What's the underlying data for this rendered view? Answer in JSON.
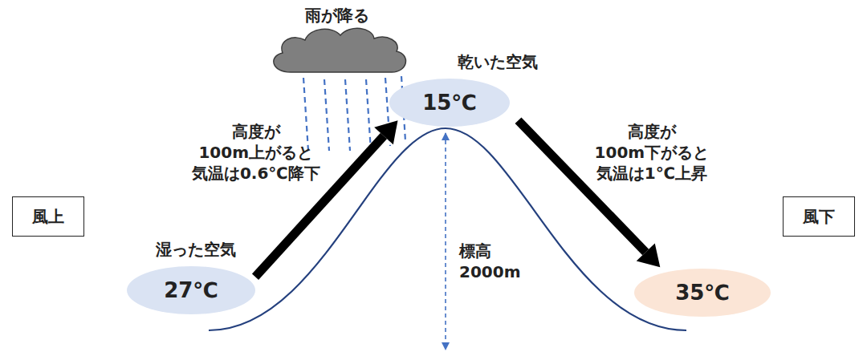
{
  "diagram": {
    "nodes": [
      {
        "text": [
          "風上"
        ]
      },
      {
        "text": [
          "湿った空気",
          "27℃"
        ]
      },
      {
        "text": [
          "乾いた空気",
          "15℃"
        ]
      },
      {
        "text": [
          "35℃"
        ]
      },
      {
        "text": [
          "風下"
        ]
      }
    ],
    "edges": [
      {
        "from": 1,
        "to": 2,
        "arrow": "to",
        "label": "高度が 100m上がると 気温は0.6℃降下"
      },
      {
        "from": 2,
        "to": 3,
        "arrow": "to",
        "label": "高度が 100m下がると 気温は1℃上昇"
      }
    ],
    "labels": [
      "雨が降る",
      "標高 2000m"
    ]
  }
}
